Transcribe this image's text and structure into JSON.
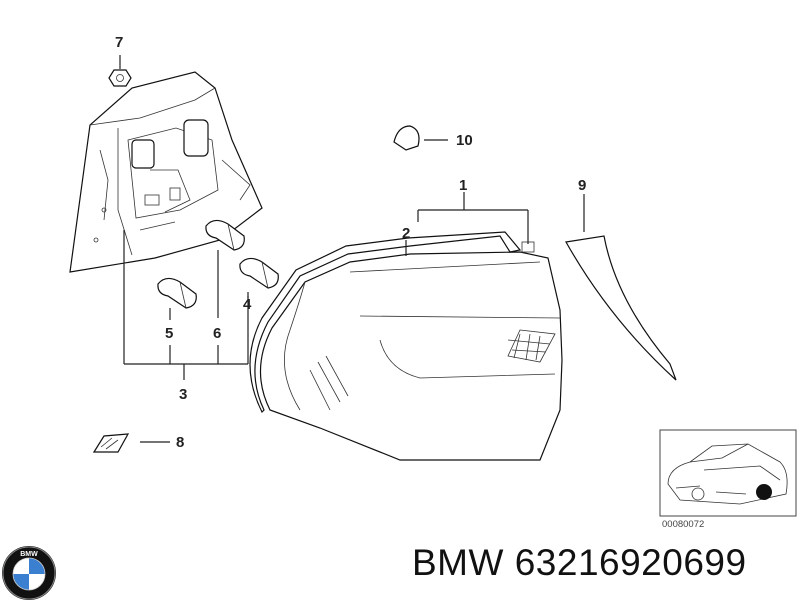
{
  "callouts": {
    "c1": "1",
    "c2": "2",
    "c3": "3",
    "c4": "4",
    "c5": "5",
    "c6": "6",
    "c7": "7",
    "c8": "8",
    "c9": "9",
    "c10": "10"
  },
  "thumbnail": {
    "code": "00080072"
  },
  "footer": {
    "brand": "BMW",
    "part_number": "63216920699"
  },
  "logo": {
    "letters": "BMW"
  },
  "colors": {
    "line": "#222222",
    "logo_blue": "#3a7fd0",
    "logo_ring": "#111111"
  }
}
